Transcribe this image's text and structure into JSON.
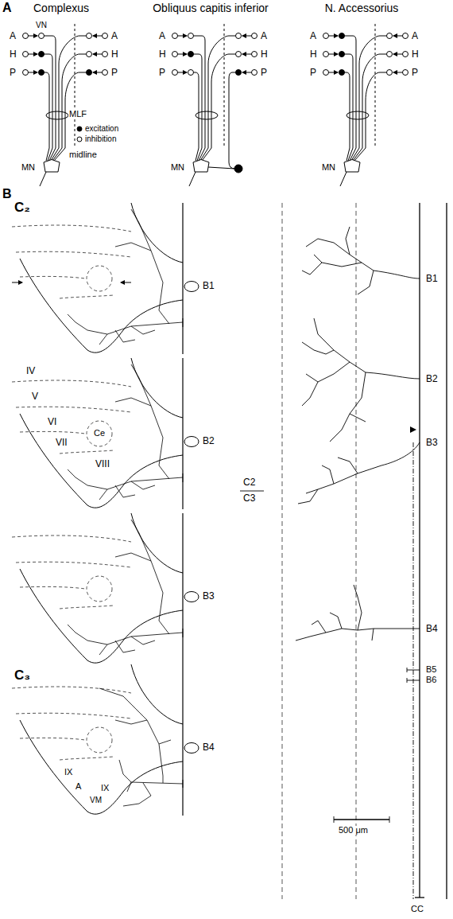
{
  "diagram": {
    "nodes": [
      {
        "text": [
          "MN"
        ]
      },
      {
        "text": [
          "MN"
        ]
      },
      {
        "text": [
          "MN"
        ]
      }
    ],
    "labels": [
      "A",
      "Complexus",
      "Obliquus capitis inferior",
      "N. Accessorius",
      "VN",
      "A",
      "H",
      "P",
      "A",
      "H",
      "P",
      "MLF",
      "midline",
      "A",
      "H",
      "P",
      "A",
      "H",
      "P",
      "A",
      "H",
      "P",
      "A",
      "H",
      "P",
      "B",
      "C₂",
      "B1",
      "IV",
      "V",
      "VI",
      "VII",
      "Ce",
      "VIII",
      "B2",
      "B3",
      "C₃",
      "IX",
      "A",
      "IX",
      "VM",
      "B4",
      "B1",
      "B2",
      "B3",
      "C2",
      "C3",
      "B4",
      "B5",
      "B6",
      "500 μm",
      "CC"
    ],
    "legend": [
      {
        "text": "excitation"
      },
      {
        "text": "inhibition"
      }
    ]
  }
}
